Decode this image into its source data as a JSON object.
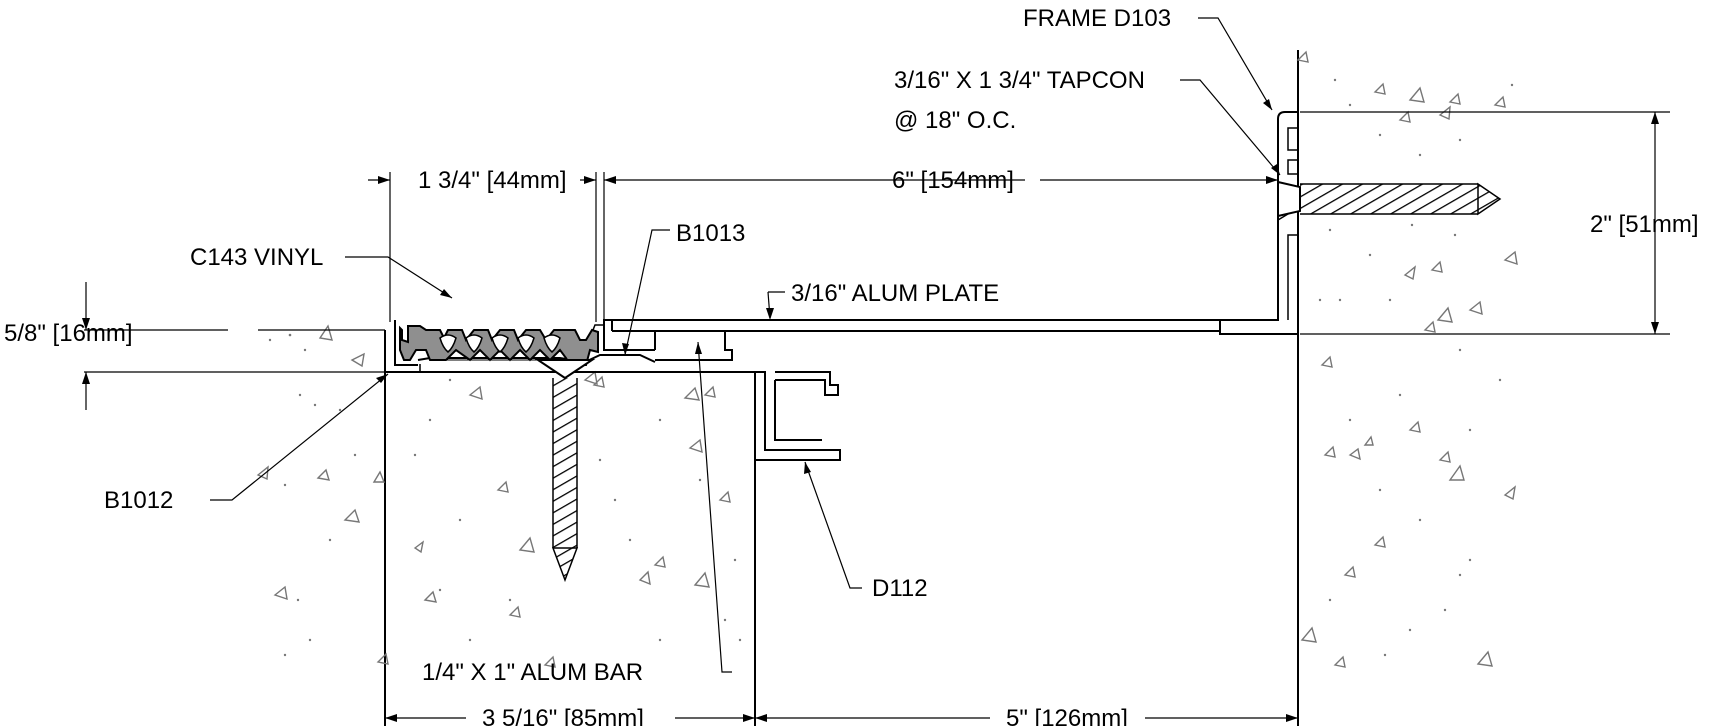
{
  "labels": {
    "frame": "FRAME D103",
    "tapcon_line1": "3/16\" X 1 3/4\" TAPCON",
    "tapcon_line2": "@ 18\" O.C.",
    "vinyl": "C143 VINYL",
    "b1013": "B1013",
    "alum_plate": "3/16\" ALUM PLATE",
    "b1012": "B1012",
    "d112": "D112",
    "alum_bar": "1/4\" X 1\"  ALUM BAR"
  },
  "dimensions": {
    "vinyl_width": "1 3/4\" [44mm]",
    "plate_width": "6\" [154mm]",
    "frame_height": "2\" [51mm]",
    "depth": "5/8\" [16mm]",
    "base_width": "3 5/16\" [85mm]",
    "gap_width": "5\" [126mm]"
  },
  "colors": {
    "line": "#000000",
    "concrete_mark": "#777777",
    "vinyl_fill": "#8f8f8f"
  }
}
